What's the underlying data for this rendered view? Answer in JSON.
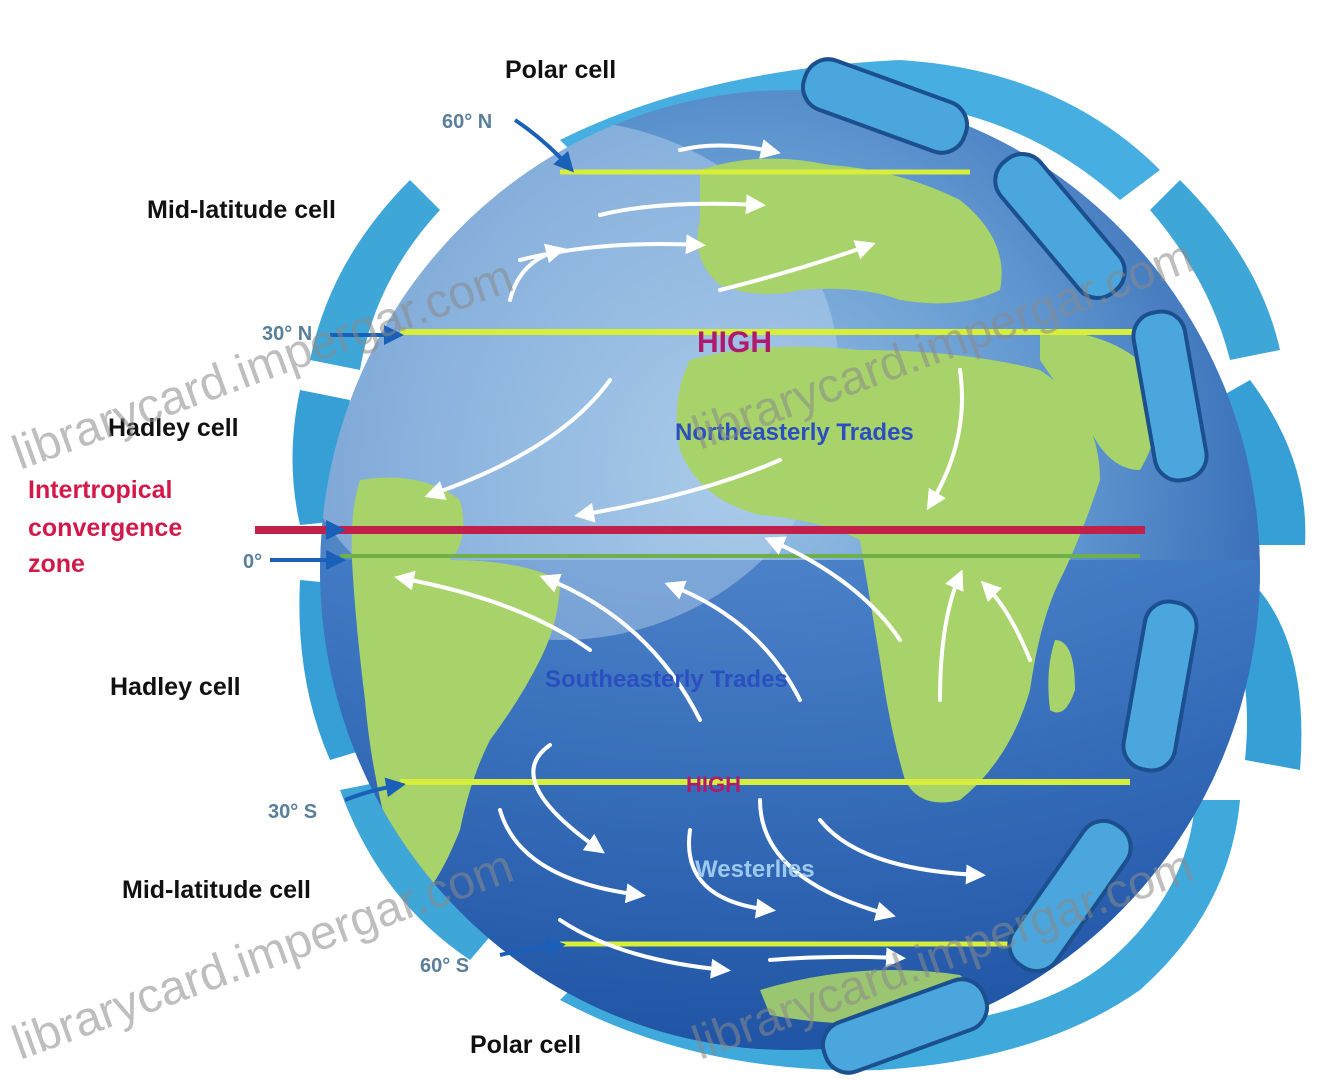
{
  "diagram": {
    "cells": {
      "polar_north": "Polar cell",
      "midlat_north": "Mid-latitude cell",
      "hadley_north": "Hadley cell",
      "hadley_south": "Hadley cell",
      "midlat_south": "Mid-latitude cell",
      "polar_south": "Polar cell"
    },
    "itcz": [
      "Intertropical",
      "convergence",
      "zone"
    ],
    "latitudes": {
      "n60": "60° N",
      "n30": "30° N",
      "eq": "0°",
      "s30": "30° S",
      "s60": "60° S"
    },
    "pressure": {
      "high_north": "HIGH",
      "high_south": "HIGH"
    },
    "winds": {
      "ne_trades": "Northeasterly Trades",
      "se_trades": "Southeasterly Trades",
      "westerlies": "Westerlies"
    },
    "watermarks": [
      "librarycard.impergar.com",
      "librarycard.impergar.com",
      "librarycard.impergar.com",
      "librarycard.impergar.com"
    ],
    "colors": {
      "ocean": "#6a9fd0",
      "deep_ocean": "#1f56a8",
      "land": "#a8d26a",
      "atmosphere": "#3fa6d8",
      "latitude_line": "#d7ef3a",
      "itcz_line": "#c0204a",
      "itcz_text": "#d11a4a",
      "lat_text": "#5a7f9a",
      "wind_text": "#2a4fc0",
      "pressure_text": "#b01a6e"
    }
  }
}
